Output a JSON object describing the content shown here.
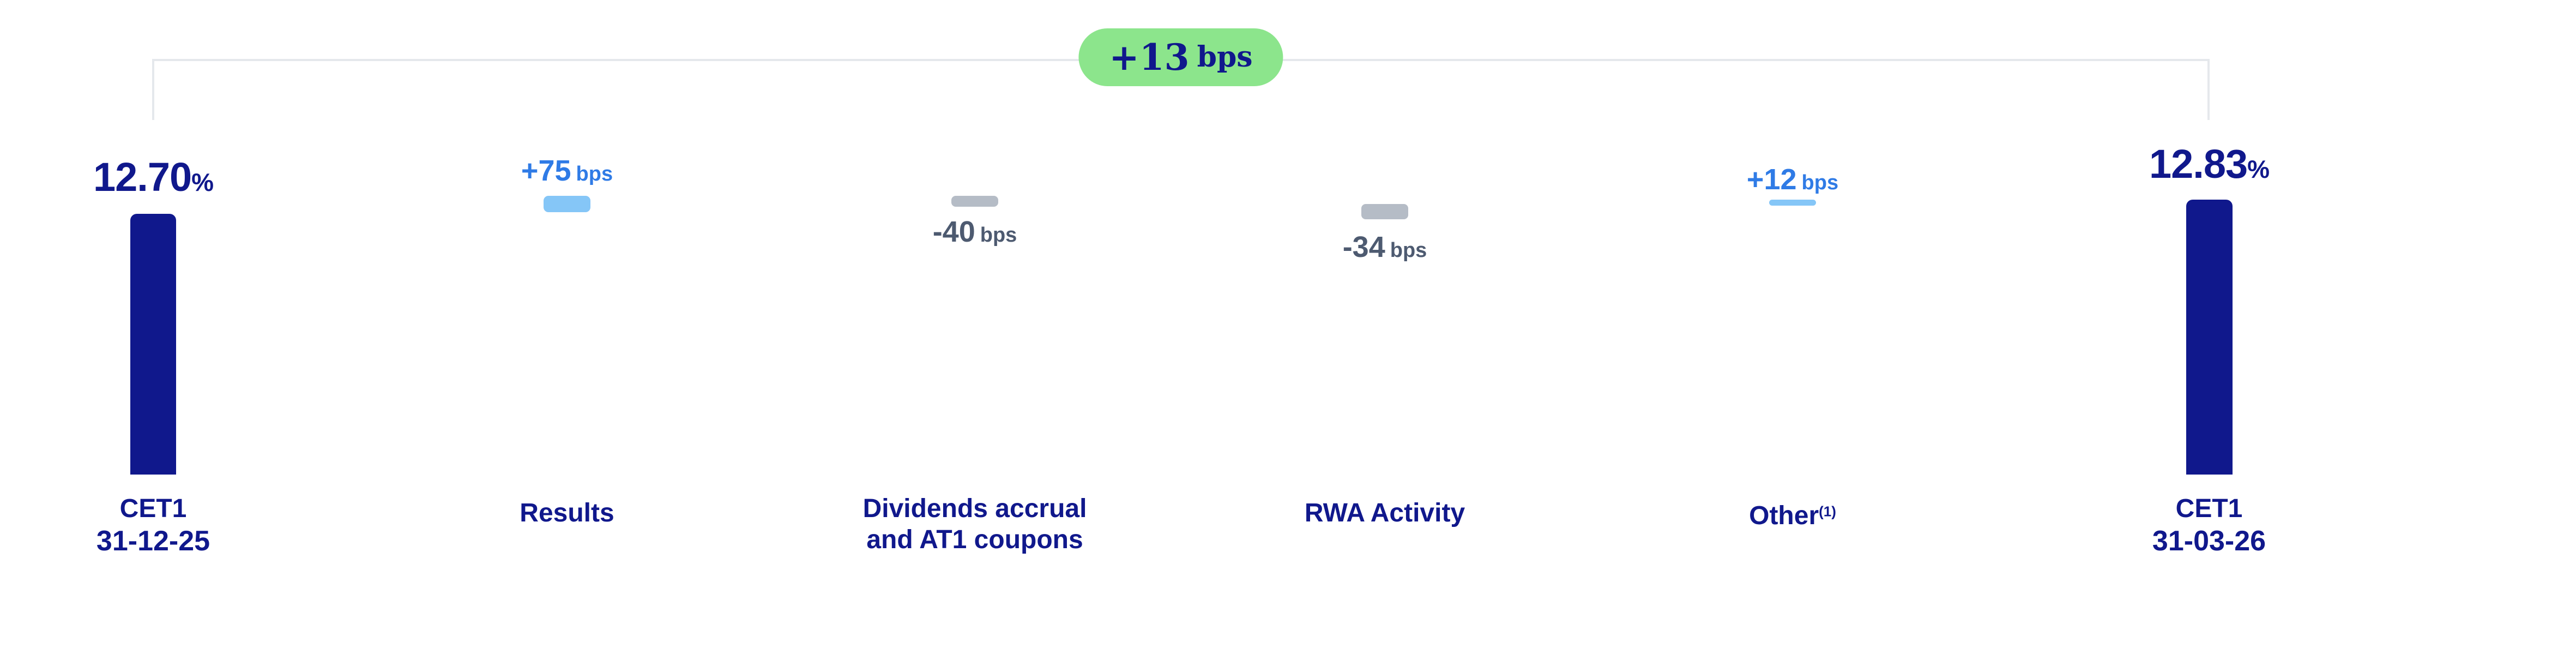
{
  "badge": {
    "value": "+13",
    "unit": "bps"
  },
  "columns": {
    "start": {
      "value": "12.70",
      "suffix": "%",
      "label_line1": "CET1",
      "label_line2": "31-12-25"
    },
    "results": {
      "delta": "+75",
      "unit": "bps",
      "label": "Results"
    },
    "dividends": {
      "delta": "-40",
      "unit": "bps",
      "label_line1": "Dividends accrual",
      "label_line2": "and AT1 coupons"
    },
    "rwa": {
      "delta": "-34",
      "unit": "bps",
      "label": "RWA Activity"
    },
    "other": {
      "delta": "+12",
      "unit": "bps",
      "label": "Other",
      "label_superscript": "(1)"
    },
    "end": {
      "value": "12.83",
      "suffix": "%",
      "label_line1": "CET1",
      "label_line2": "31-03-26"
    }
  },
  "colors": {
    "navy": "#10188c",
    "blue": "#2f7be6",
    "lightblue": "#85c6f7",
    "gray": "#b5bcc6",
    "slate": "#4d5a70",
    "green": "#8ce58c",
    "line": "#e5e8ec"
  },
  "chart_data": {
    "type": "bar",
    "subtype": "waterfall-bridge",
    "title": "",
    "unit": "bps",
    "categories": [
      "CET1 31-12-25",
      "Results",
      "Dividends accrual and AT1 coupons",
      "RWA Activity",
      "Other(1)",
      "CET1 31-03-26"
    ],
    "start_value_pct": 12.7,
    "end_value_pct": 12.83,
    "total_change_bps": 13,
    "total_change_label": "+13 bps",
    "steps": [
      {
        "label": "Results",
        "value_bps": 75,
        "display": "+75 bps",
        "direction": "positive"
      },
      {
        "label": "Dividends accrual and AT1 coupons",
        "value_bps": -40,
        "display": "-40 bps",
        "direction": "negative"
      },
      {
        "label": "RWA Activity",
        "value_bps": -34,
        "display": "-34 bps",
        "direction": "negative"
      },
      {
        "label": "Other(1)",
        "value_bps": 12,
        "display": "+12 bps",
        "direction": "positive"
      }
    ],
    "legend": "none",
    "grid": "off",
    "axis": "none",
    "notes": "Bracket from first to last bar topped by green +13 bps pill; positive steps light blue, negative steps gray; anchor bars navy"
  }
}
